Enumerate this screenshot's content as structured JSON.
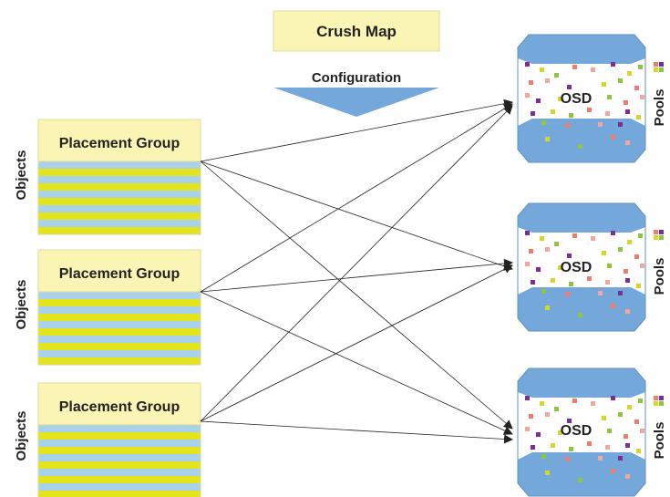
{
  "crush_map": {
    "title": "Crush Map",
    "configuration_label": "Configuration"
  },
  "groups": [
    {
      "label": "Placement Group",
      "side_label": "Objects"
    },
    {
      "label": "Placement Group",
      "side_label": "Objects"
    },
    {
      "label": "Placement Group",
      "side_label": "Objects"
    }
  ],
  "osds": [
    {
      "label": "OSD",
      "side_label": "Pools"
    },
    {
      "label": "OSD",
      "side_label": "Pools"
    },
    {
      "label": "OSD",
      "side_label": "Pools"
    }
  ],
  "colors": {
    "pale_yellow": "#faf5b4",
    "stripe_blue": "#a9d1ea",
    "stripe_yellow": "#e4e41c",
    "osd_blue": "#74a8da",
    "arrow": "#222222",
    "dot_palette": [
      "#7b2f94",
      "#d5d628",
      "#8ec63f",
      "#f07b6f",
      "#f3a79e"
    ]
  }
}
